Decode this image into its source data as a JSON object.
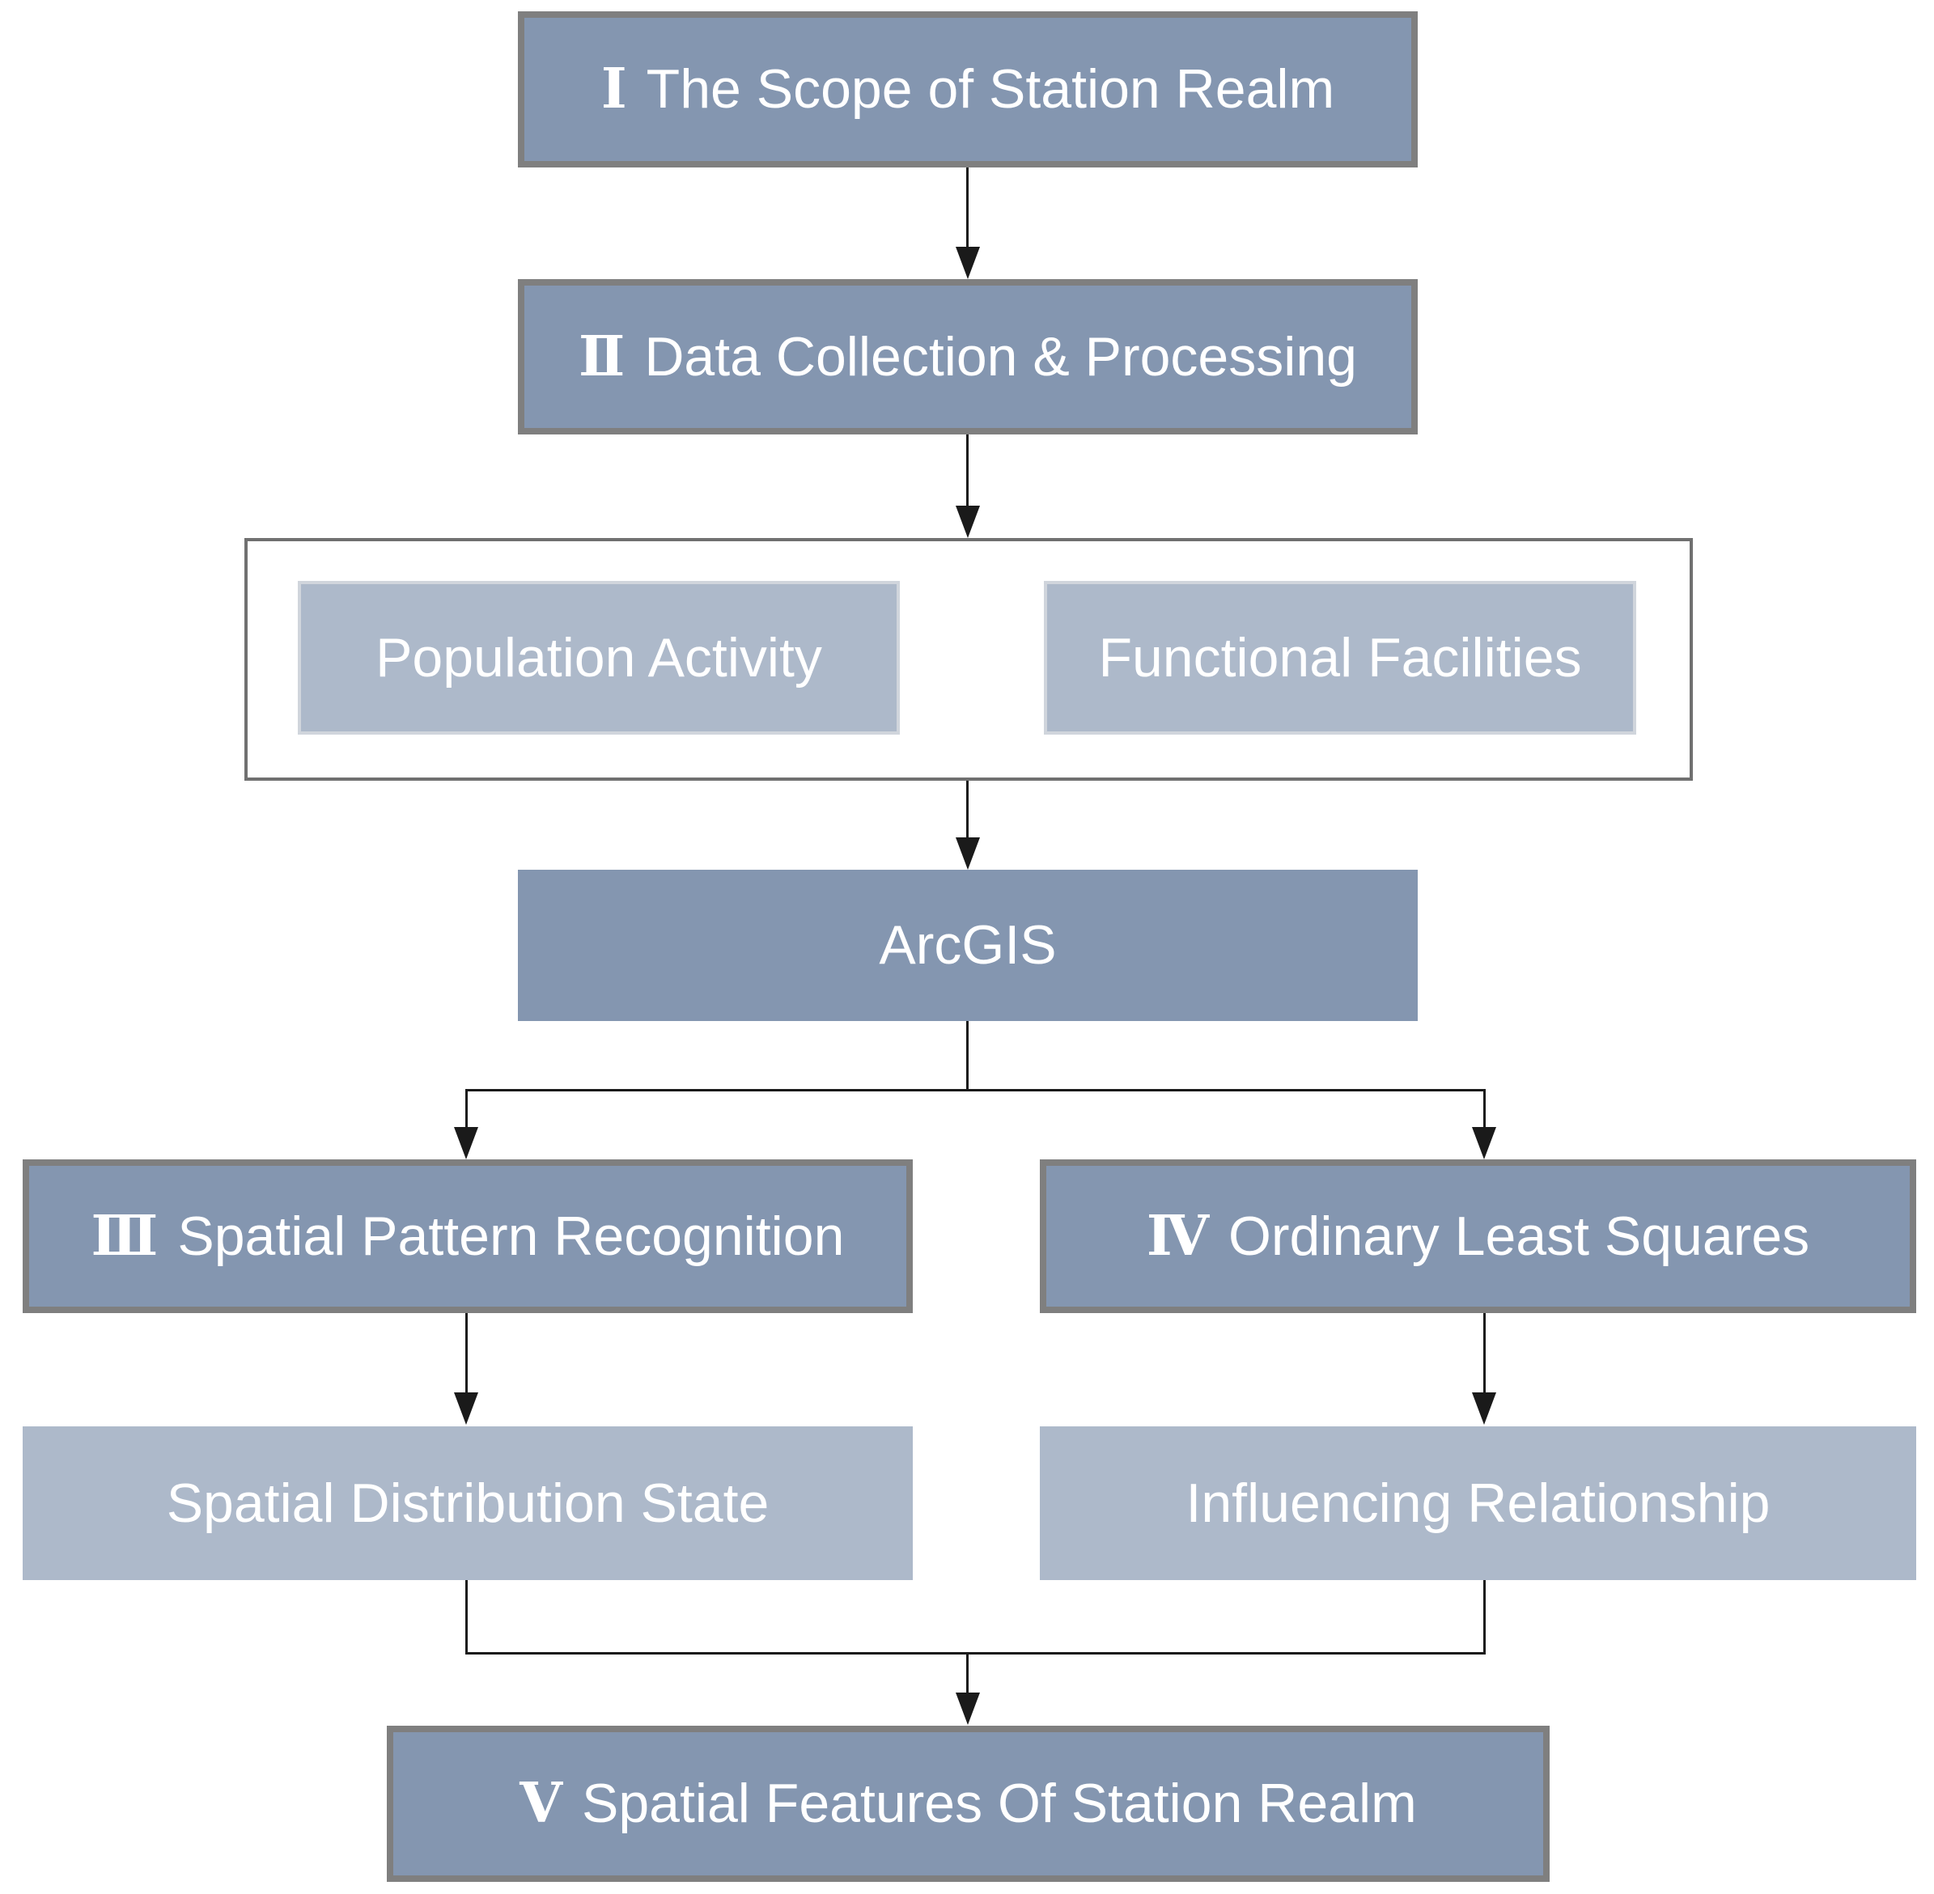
{
  "flowchart": {
    "nodes": {
      "scope": {
        "numeral": "Ⅰ",
        "label": "The Scope of Station Realm"
      },
      "data_collection": {
        "numeral": "Ⅱ",
        "label": "Data Collection & Processing"
      },
      "population_activity": {
        "label": "Population Activity"
      },
      "functional_facilities": {
        "label": "Functional Facilities"
      },
      "arcgis": {
        "label": "ArcGIS"
      },
      "spatial_pattern": {
        "numeral": "Ⅲ",
        "label": "Spatial Pattern Recognition"
      },
      "ordinary_least_squares": {
        "numeral": "Ⅳ",
        "label": "Ordinary Least Squares"
      },
      "spatial_distribution": {
        "label": "Spatial Distribution State"
      },
      "influencing_relationship": {
        "label": "Influencing Relationship"
      },
      "spatial_features": {
        "numeral": "Ⅴ",
        "label": "Spatial Features Of Station Realm"
      }
    },
    "colors": {
      "dark_node_fill": "#8496B0",
      "light_node_fill": "#ADB9CA",
      "node_border": "#7F7F7F",
      "light_node_border": "#D0D5DC",
      "container_border": "#707070",
      "connector": "#1A1A1A",
      "text": "#FFFFFF",
      "background": "#FFFFFF"
    },
    "icons": {
      "arrow_down": "filled triangle ▼ (css shape)"
    }
  }
}
